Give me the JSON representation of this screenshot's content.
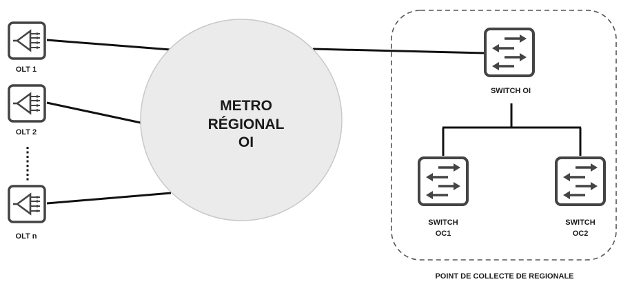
{
  "metro": {
    "line1": "METRO",
    "line2": "RÉGIONAL",
    "line3": "OI"
  },
  "olts": [
    {
      "label": "OLT 1",
      "icon": "olt-amplifier-icon"
    },
    {
      "label": "OLT 2",
      "icon": "olt-amplifier-icon"
    },
    {
      "label": "OLT n",
      "icon": "olt-amplifier-icon"
    }
  ],
  "switches": {
    "oi": {
      "label": "SWITCH OI",
      "icon": "switch-arrows-icon"
    },
    "oc1": {
      "line1": "SWITCH",
      "line2": "OC1",
      "icon": "switch-arrows-icon"
    },
    "oc2": {
      "line1": "SWITCH",
      "line2": "OC2",
      "icon": "switch-arrows-icon"
    }
  },
  "collect_zone": {
    "caption": "POINT DE COLLECTE DE REGIONALE"
  },
  "colors": {
    "circle_fill": "#ebebeb",
    "circle_stroke": "#c8c8c8",
    "icon_stroke": "#444444",
    "icon_fill": "#ffffff",
    "line": "#111111",
    "dash": "#555555"
  }
}
